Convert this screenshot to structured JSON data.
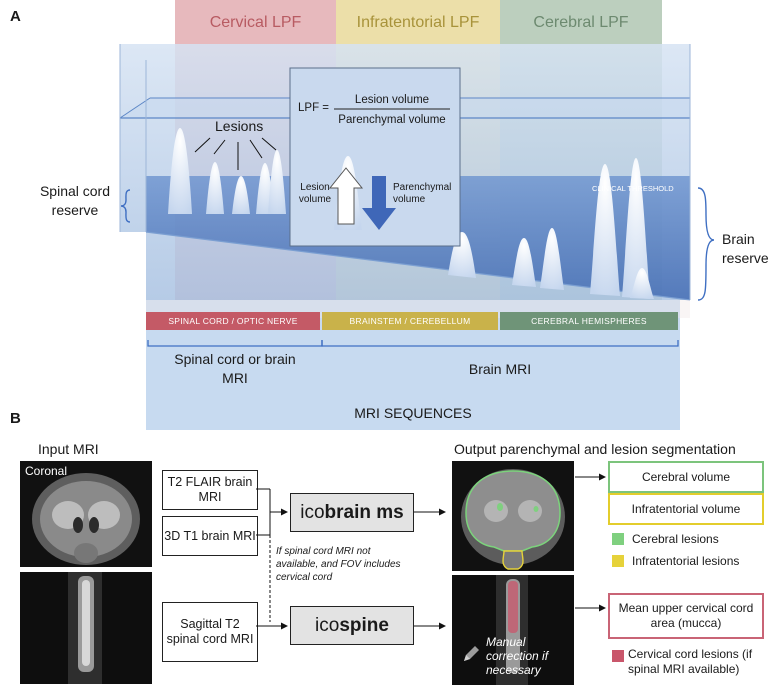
{
  "panel_a": {
    "letter": "A",
    "columns": [
      "Cervical LPF",
      "Infratentorial LPF",
      "Cerebral LPF"
    ],
    "formula": {
      "lhs": "LPF =",
      "numerator": "Lesion volume",
      "denominator": "Parenchymal volume"
    },
    "arrow_up_label": "Lesion volume",
    "arrow_down_label": "Parenchymal volume",
    "lesions_label": "Lesions",
    "clinical_threshold": "CLINICAL THRESHOLD",
    "spinal_reserve": "Spinal cord reserve",
    "brain_reserve": "Brain reserve",
    "bands": [
      "SPINAL CORD / OPTIC NERVE",
      "BRAINSTEM / CEREBELLUM",
      "CEREBRAL HEMISPHERES"
    ],
    "mri_left": "Spinal cord or brain MRI",
    "mri_right": "Brain MRI",
    "mri_sequences": "MRI SEQUENCES",
    "colors": {
      "cervical": "#c45a66",
      "infra": "#c9b24a",
      "cerebral": "#6f9478",
      "blue": "#b8cfe9",
      "water": "#5b84c4"
    }
  },
  "panel_b": {
    "letter": "B",
    "input_title": "Input MRI",
    "coronal_label": "Coronal",
    "boxes": [
      "T2 FLAIR brain MRI",
      "3D T1 brain MRI",
      "Sagittal T2 spinal cord MRI"
    ],
    "tool1": {
      "prefix": "ico",
      "name": "brain ms"
    },
    "tool2": {
      "prefix": "ico",
      "name": "spine"
    },
    "note": "If spinal cord MRI not available, and FOV includes cervical cord",
    "output_title": "Output parenchymal and lesion segmentation",
    "manual": "Manual correction if necessary",
    "legend": {
      "cerebral_volume": "Cerebral volume",
      "infra_volume": "Infratentorial volume",
      "cerebral_lesions": "Cerebral lesions",
      "infra_lesions": "Infratentorial lesions",
      "mucca": "Mean upper cervical cord area (mucca)",
      "cord_lesions": "Cervical cord lesions (if spinal MRI available)"
    },
    "colors": {
      "green": "#7fd07f",
      "yellow": "#e6d23a",
      "pink": "#c9566b",
      "green_border": "#7cc47c",
      "yellow_border": "#e3cd2c",
      "pink_border": "#c96476"
    }
  }
}
